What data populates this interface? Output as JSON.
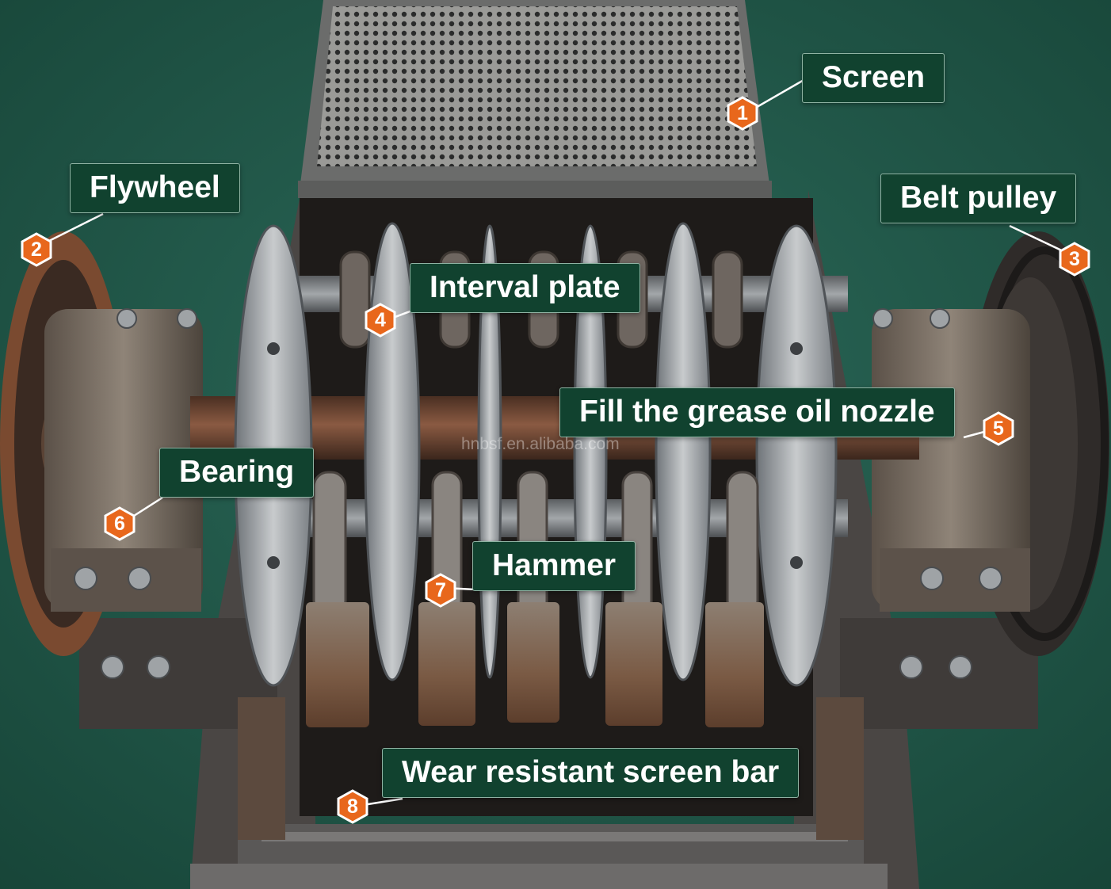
{
  "diagram": {
    "parts": [
      {
        "number": "1",
        "name": "Screen"
      },
      {
        "number": "2",
        "name": "Flywheel"
      },
      {
        "number": "3",
        "name": "Belt pulley"
      },
      {
        "number": "4",
        "name": "Interval plate"
      },
      {
        "number": "5",
        "name": "Fill the grease oil nozzle"
      },
      {
        "number": "6",
        "name": "Bearing"
      },
      {
        "number": "7",
        "name": "Hammer"
      },
      {
        "number": "8",
        "name": "Wear resistant screen bar"
      }
    ],
    "watermark": "hnbsf.en.alibaba.com"
  },
  "colors": {
    "background": "#22584b",
    "label_fill": "#11422f",
    "badge": "#e8671c",
    "steel": "#8d9196",
    "rust": "#8a5a3a"
  }
}
